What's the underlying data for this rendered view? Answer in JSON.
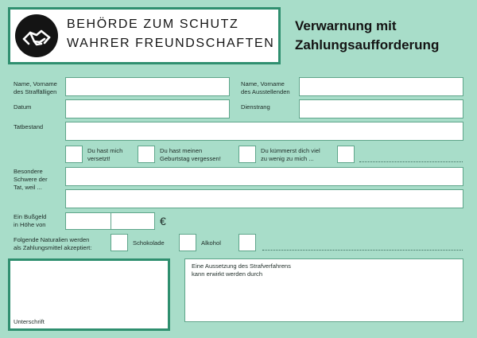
{
  "header": {
    "org_line1": "BEHÖRDE ZUM SCHUTZ",
    "org_line2": "WAHRER FREUNDSCHAFTEN",
    "title_line1": "Verwarnung mit",
    "title_line2": "Zahlungsaufforderung",
    "logo_icon": "handshake-icon"
  },
  "form": {
    "name_offender_l1": "Name, Vorname",
    "name_offender_l2": "des Straffälligen",
    "name_issuer_l1": "Name, Vorname",
    "name_issuer_l2": "des Ausstellenden",
    "date": "Datum",
    "rank": "Dienstrang",
    "offense": "Tatbestand",
    "opt1_l1": "Du hast mich",
    "opt1_l2": "versetzt!",
    "opt2_l1": "Du hast meinen",
    "opt2_l2": "Geburtstag vergessen!",
    "opt3_l1": "Du kümmerst dich viel",
    "opt3_l2": "zu wenig zu mich ...",
    "severity_l1": "Besondere",
    "severity_l2": "Schwere der",
    "severity_l3": "Tat, weil ...",
    "fine_l1": "Ein Bußgeld",
    "fine_l2": "in Höhe von",
    "currency": "€",
    "goods_l1": "Folgende Naturalien werden",
    "goods_l2": "als Zahlungsmittel akzeptiert:",
    "goods_opt1": "Schokolade",
    "goods_opt2": "Alkohol",
    "signature": "Unterschrift",
    "suspension_l1": "Eine Aussetzung des Strafverfahrens",
    "suspension_l2": "kann erwirkt werden durch"
  },
  "colors": {
    "background": "#a8ddc9",
    "accent": "#2f8f6f"
  }
}
